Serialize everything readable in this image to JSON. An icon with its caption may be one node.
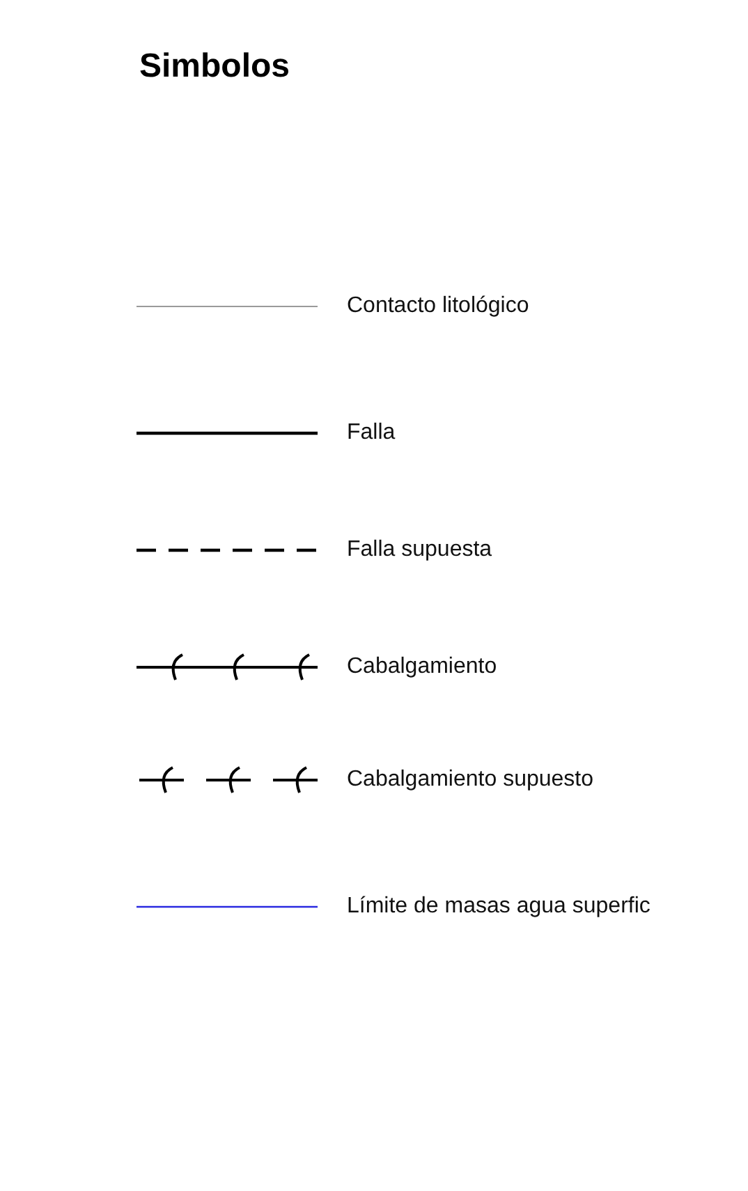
{
  "diagram": {
    "title": "Simbolos",
    "legend": [
      {
        "text": "Contacto litológico"
      },
      {
        "text": "Falla"
      },
      {
        "text": "Falla supuesta"
      },
      {
        "text": "Cabalgamiento"
      },
      {
        "text": "Cabalgamiento supuesto"
      },
      {
        "text": "Límite de masas agua superfic"
      }
    ]
  }
}
